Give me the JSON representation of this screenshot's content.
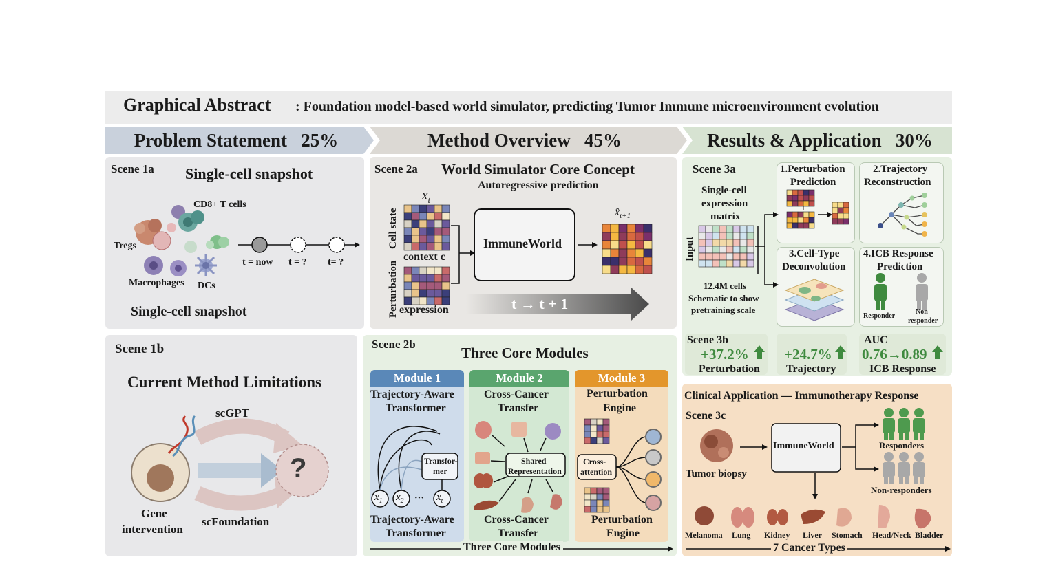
{
  "title": {
    "main": "Graphical Abstract",
    "sub": ": Foundation model-based world simulator, predicting Tumor Immune microenvironment evolution"
  },
  "sections": [
    {
      "name": "Problem Statement",
      "pct": "25%"
    },
    {
      "name": "Method Overview",
      "pct": "45%"
    },
    {
      "name": "Results & Application",
      "pct": "30%"
    }
  ],
  "scene1a": {
    "tag": "Scene 1a",
    "heading": "Single-cell snapshot",
    "footer": "Single-cell snapshot",
    "cells": [
      "CD8+ T cells",
      "Tregs",
      "Macrophages",
      "DCs"
    ],
    "timeline": [
      "t = now",
      "t = ?",
      "t= ?"
    ]
  },
  "scene1b": {
    "tag": "Scene 1b",
    "heading": "Current Method Limitations",
    "arrow_top": "scGPT",
    "arrow_bottom": "scFoundation",
    "cell_label_1": "Gene",
    "cell_label_2": "intervention",
    "question": "?"
  },
  "scene2a": {
    "tag": "Scene 2a",
    "heading": "World Simulator Core Concept",
    "subheading": "Autoregressive prediction",
    "xt": "x",
    "xt_sub": "t",
    "xhat_sub": "t+1",
    "cell_state": "Cell state",
    "context": "context c",
    "perturbation": "Perturbation",
    "expression": "expression",
    "model": "ImmuneWorld",
    "time_arrow": "t  → t + 1"
  },
  "scene2b": {
    "tag": "Scene 2b",
    "heading": "Three Core Modules",
    "footer": "Three Core Modules",
    "modules": [
      {
        "header": "Module 1",
        "title1": "Trajectory-Aware",
        "title2": "Transformer",
        "foot1": "Trajectory-Aware",
        "foot2": "Transformer",
        "color": "#5a88b8",
        "bg": "#cfdceb"
      },
      {
        "header": "Module 2",
        "title1": "Cross-Cancer",
        "title2": "Transfer",
        "foot1": "Cross-Cancer",
        "foot2": "Transfer",
        "color": "#5aa56e",
        "bg": "#d3e8d3"
      },
      {
        "header": "Module 3",
        "title1": "Perturbation",
        "title2": "Engine",
        "foot1": "Perturbation",
        "foot2": "Engine",
        "color": "#e3962c",
        "bg": "#f4dcbc"
      }
    ],
    "transformer_box_1": "Transfor-",
    "transformer_box_2": "mer",
    "x1": "x",
    "x1_sub": "1",
    "x2": "x",
    "x2_sub": "2",
    "xt2": "x",
    "xt2_sub": "t",
    "dots": "···",
    "shared_1": "Shared",
    "shared_2": "Representation",
    "cross_1": "Cross-",
    "cross_2": "attention"
  },
  "scene3a": {
    "tag": "Scene 3a",
    "matrix_1": "Single-cell",
    "matrix_2": "expression",
    "matrix_3": "matrix",
    "input": "Input",
    "cells_1": "12.4M cells",
    "cells_2": "Schematic to show",
    "cells_3": "pretraining scale",
    "cards": [
      {
        "l1": "1.Perturbation",
        "l2": "Prediction"
      },
      {
        "l1": "2.Trajectory",
        "l2": "Reconstruction"
      },
      {
        "l1": "3.Cell-Type",
        "l2": "Deconvolution"
      },
      {
        "l1": "4.ICB Response",
        "l2": "Prediction"
      }
    ],
    "plus": "+",
    "responder": "Responder",
    "non_responder_1": "Non-",
    "non_responder_2": "responder"
  },
  "scene3b": {
    "tag": "Scene 3b",
    "auc": "AUC",
    "metrics": [
      {
        "value": "+37.2%",
        "label": "Perturbation"
      },
      {
        "value": "+24.7%",
        "label": "Trajectory"
      },
      {
        "value": "0.76→0.89",
        "label": "ICB Response"
      }
    ]
  },
  "clinical": {
    "heading": "Clinical Application — Immunotherapy Response",
    "tag": "Scene 3c",
    "biopsy": "Tumor biopsy",
    "model": "ImmuneWorld",
    "responders": "Responders",
    "non_responders": "Non-responders",
    "cancers": [
      "Melanoma",
      "Lung",
      "Kidney",
      "Liver",
      "Stomach",
      "Head/Neck",
      "Bladder"
    ],
    "footer": "7 Cancer Types"
  },
  "colors": {
    "header_problem": "#c9d1dc",
    "header_method": "#dcd9d4",
    "header_results": "#d7e3d2",
    "panel_gray": "#e8e8ea",
    "panel_method": "#e9e7e4",
    "panel_green": "#e7f0e3",
    "panel_clinical": "#f6dfc5",
    "accent_green": "#3f8a3f"
  }
}
